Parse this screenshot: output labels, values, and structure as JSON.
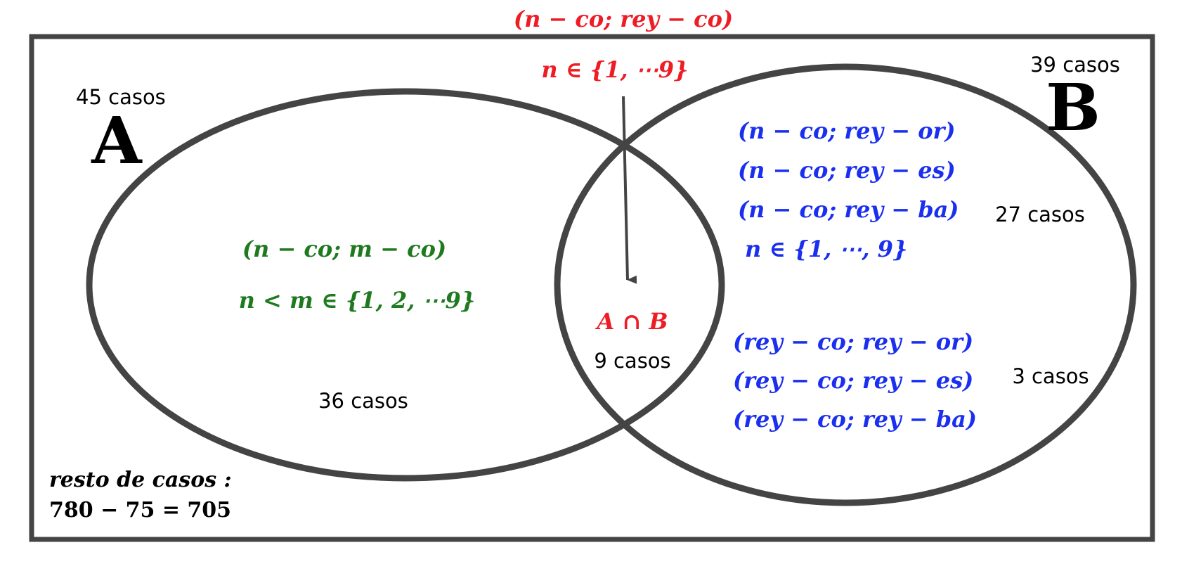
{
  "colors": {
    "outline": "#444444",
    "red": "#ee1c24",
    "green": "#1f7a1f",
    "blue": "#1a2ff0",
    "text": "#000000"
  },
  "top": {
    "pair": "(n − co; rey − co)",
    "domain": "n ∈ {1, ⋯9}"
  },
  "setA": {
    "letter": "A",
    "total": "45 casos",
    "pair": "(n − co; m − co)",
    "condition": "n < m  ∈ {1, 2, ⋯9}",
    "count": "36 casos"
  },
  "setB": {
    "letter": "B",
    "total": "39 casos",
    "group1": {
      "pairs": [
        "(n − co; rey − or)",
        "(n − co; rey − es)",
        "(n − co; rey − ba)"
      ],
      "domain": "n ∈ {1, ⋯, 9}",
      "count": "27 casos"
    },
    "group2": {
      "pairs": [
        "(rey − co; rey − or)",
        "(rey − co; rey − es)",
        "(rey − co; rey − ba)"
      ],
      "count": "3 casos"
    }
  },
  "intersection": {
    "label": "A ∩ B",
    "count": "9 casos"
  },
  "rest": {
    "label": "resto de casos :",
    "equation": "780 − 75 = 705"
  }
}
